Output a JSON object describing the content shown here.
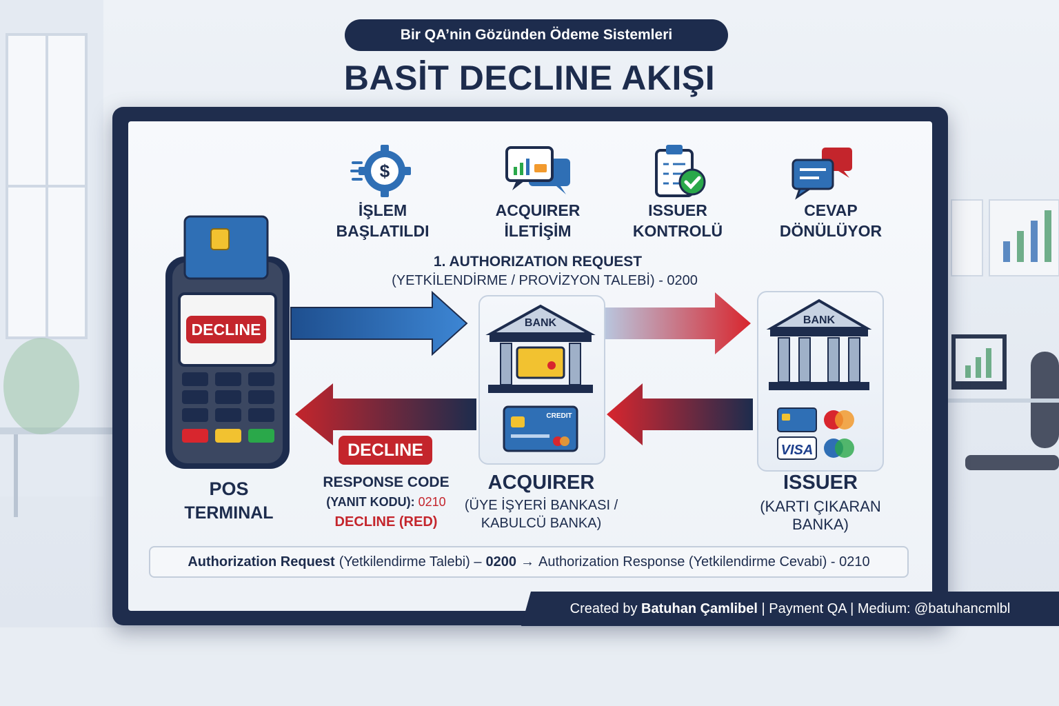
{
  "header": {
    "subtitle": "Bir QA’nin Gözünden Ödeme Sistemleri",
    "title": "BASİT DECLINE AKIŞI"
  },
  "steps": [
    {
      "line1": "İŞLEM",
      "line2": "BAŞLATILDI",
      "icon": "gear-dollar-icon"
    },
    {
      "line1": "ACQUIRER",
      "line2": "İLETİŞİM",
      "icon": "chat-chart-icon"
    },
    {
      "line1": "ISSUER",
      "line2": "KONTROLÜ",
      "icon": "clipboard-check-icon"
    },
    {
      "line1": "CEVAP",
      "line2": "DÖNÜLÜYOR",
      "icon": "chat-bubbles-icon"
    }
  ],
  "request": {
    "line1": "1. AUTHORIZATION REQUEST",
    "line2": "(YETKİLENDİRME / PROVİZYON TALEBİ) - 0200"
  },
  "pos": {
    "screen_text": "DECLINE",
    "label_line1": "POS",
    "label_line2": "TERMINAL"
  },
  "acquirer": {
    "bank_text": "BANK",
    "card_text": "CREDIT",
    "label": "ACQUIRER",
    "sub_line1": "(ÜYE İŞYERİ BANKASI /",
    "sub_line2": "KABULCÜ BANKA)"
  },
  "issuer": {
    "bank_text": "BANK",
    "visa_text": "VISA",
    "label": "ISSUER",
    "sub_line1": "(KARTI ÇIKARAN",
    "sub_line2": "BANKA)"
  },
  "response": {
    "badge": "DECLINE",
    "line1": "RESPONSE CODE",
    "line2_prefix": "(YANIT KODU): ",
    "line2_code": "0210",
    "line3": "DECLINE (RED)"
  },
  "summary": {
    "part1_bold": "Authorization Request",
    "part1": "(Yetkilendirme Talebi) –",
    "code": "0200",
    "arrow": "→",
    "part2": "Authorization Response (Yetkilendirme Cevabi) - 0210"
  },
  "footer": {
    "created_by": "Created by",
    "author": "Batuhan Çamlibel",
    "rest": "| Payment QA | Medium: @batuhancmlbl"
  },
  "colors": {
    "navy": "#1d2c4d",
    "blue": "#2f6fb5",
    "red": "#c4252c",
    "green": "#2aa84a",
    "yellow": "#f2c230"
  }
}
